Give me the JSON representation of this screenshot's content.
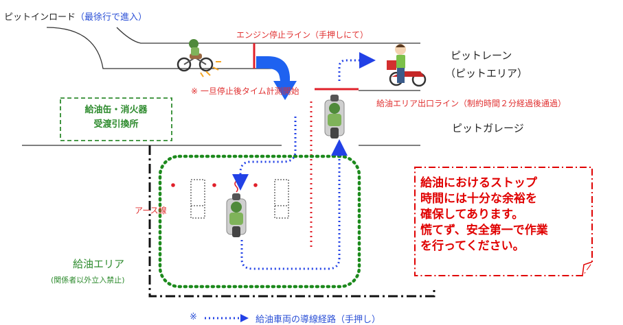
{
  "colors": {
    "road": "#333333",
    "stop_line": "#e0202a",
    "route": "#2241e6",
    "fuel_area": "#1d8a1d",
    "callout": "#e00000",
    "boundary": "#111111",
    "arrow_blue": "#1e62f0"
  },
  "labels": {
    "pit_in_road": "ピットインロード",
    "pit_in_road_note": "（最徐行で進入）",
    "engine_stop_line": "エンジン停止ライン（手押しにて）",
    "stop_timing": "※ 一旦停止後タイム計測開始",
    "pit_lane": "ピットレーン",
    "pit_area": "（ピットエリア）",
    "fuel_exit_line": "給油エリア出口ライン（制約時間２分経過後通過）",
    "pit_garage": "ピットガレージ",
    "supply_box_line1": "給油缶・消火器",
    "supply_box_line2": "受渡引換所",
    "earth_wire": "アース線",
    "fuel_area": "給油エリア",
    "fuel_area_note": "(関係者以外立入禁止)",
    "legend_mark": "※",
    "legend_text": "給油車両の導線経路（手押し）"
  },
  "callout": {
    "lines": [
      "給油におけるストップ",
      "時間には十分な余裕を",
      "確保してあります。",
      "慌てず、安全第一で作業",
      "を行ってください。"
    ]
  },
  "icons": {
    "motorcycle_entering": "motorcycle-rider-icon",
    "motorcycle_refuel": "motorcycle-rider-top-icon",
    "motorcycle_exit": "motorcycle-rider-top-icon",
    "person_pushing": "person-pushing-scooter-icon",
    "turn_arrow": "curved-arrow-icon"
  }
}
